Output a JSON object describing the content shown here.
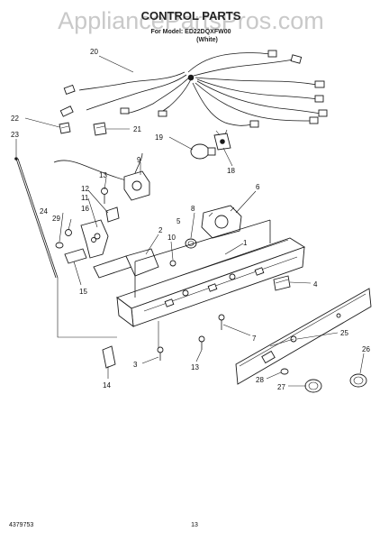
{
  "watermark": "AppliancePartsPros.com",
  "title": "CONTROL PARTS",
  "subtitle_model": "For Model: ED22DQXFW00",
  "subtitle_color": "(White)",
  "callouts": {
    "c1": "1",
    "c2": "2",
    "c3": "3",
    "c4": "4",
    "c5": "5",
    "c6": "6",
    "c7": "7",
    "c8": "8",
    "c9": "9",
    "c10": "10",
    "c11": "11",
    "c12": "12",
    "c13a": "13",
    "c13b": "13",
    "c14": "14",
    "c15": "15",
    "c16": "16",
    "c18": "18",
    "c19": "19",
    "c20": "20",
    "c21": "21",
    "c22": "22",
    "c23": "23",
    "c24": "24",
    "c25": "25",
    "c26": "26",
    "c27": "27",
    "c28": "28",
    "c29": "29"
  },
  "footer": {
    "doc_number": "4379753",
    "page_number": "13"
  }
}
